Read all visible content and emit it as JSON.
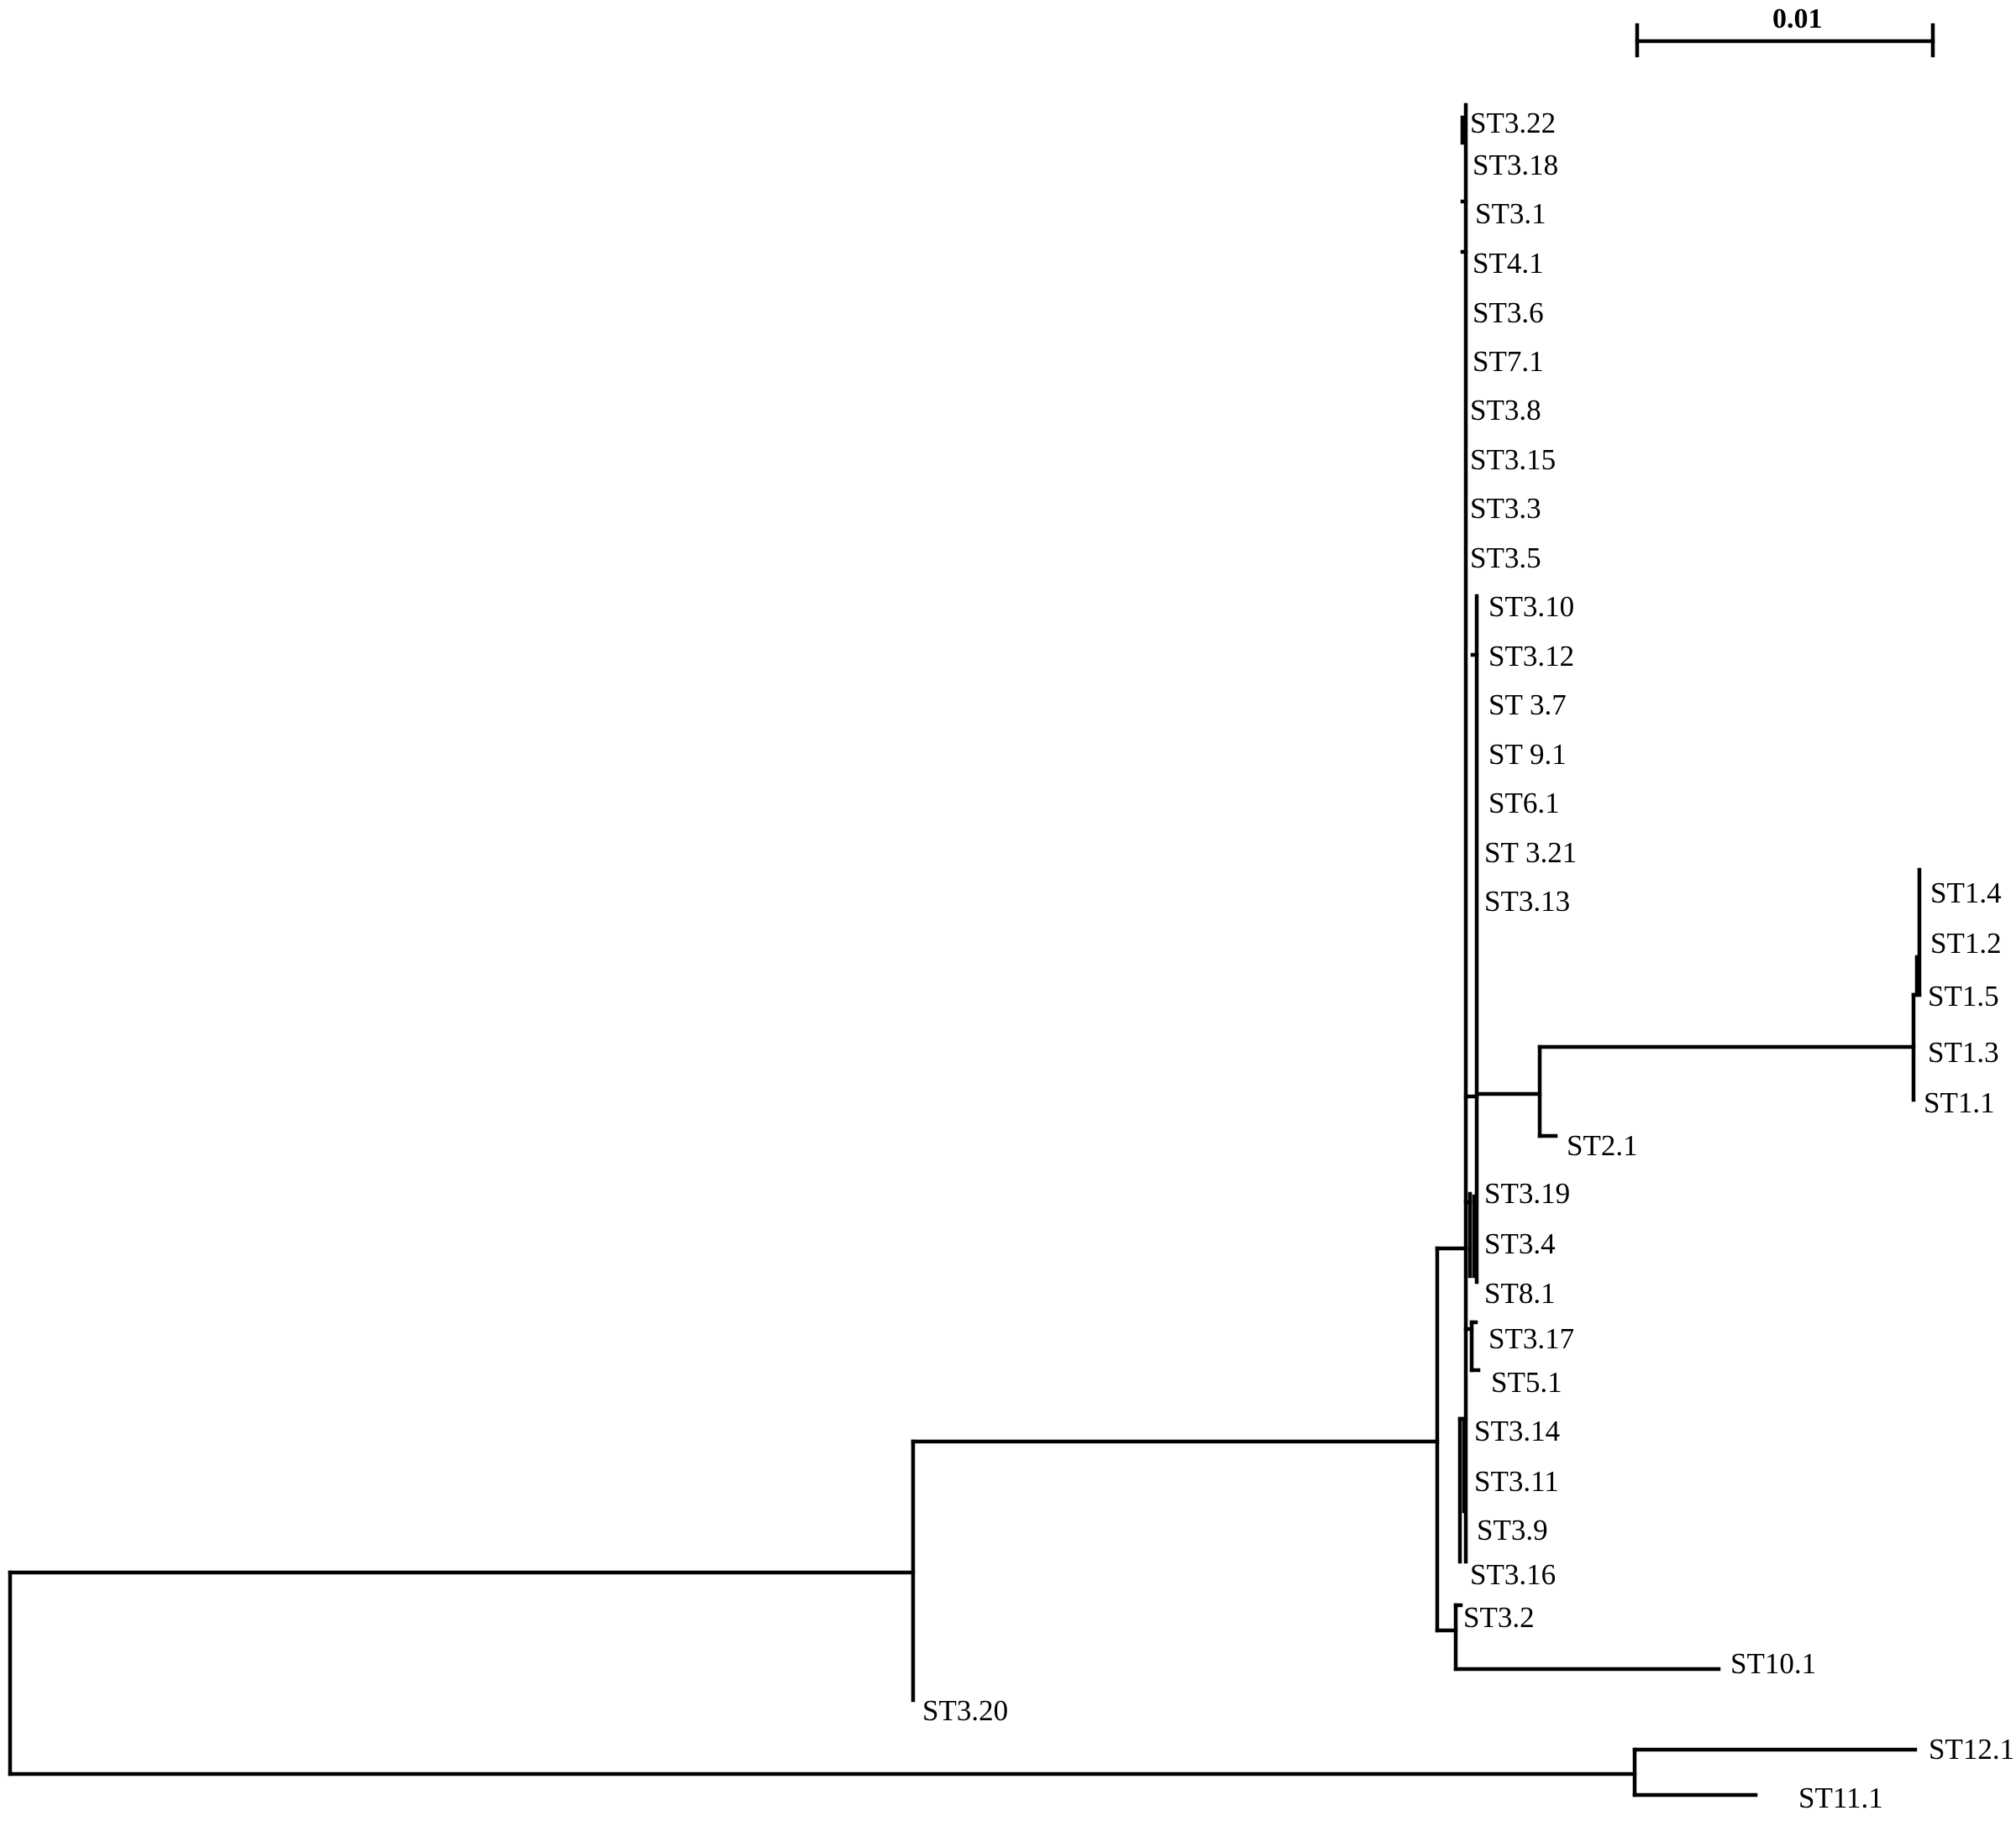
{
  "scale_bar": {
    "label": "0.01"
  },
  "leaves": {
    "st3_22": "ST3.22",
    "st3_18": "ST3.18",
    "st3_1": "ST3.1",
    "st4_1": "ST4.1",
    "st3_6": "ST3.6",
    "st7_1": "ST7.1",
    "st3_8": "ST3.8",
    "st3_15": "ST3.15",
    "st3_3": "ST3.3",
    "st3_5": "ST3.5",
    "st3_10": "ST3.10",
    "st3_12": "ST3.12",
    "st3_7": "ST 3.7",
    "st9_1": "ST 9.1",
    "st6_1": "ST6.1",
    "st3_21": "ST 3.21",
    "st3_13": "ST3.13",
    "st1_4": "ST1.4",
    "st1_2": "ST1.2",
    "st1_5": "ST1.5",
    "st1_3": "ST1.3",
    "st1_1": "ST1.1",
    "st2_1": "ST2.1",
    "st3_19": "ST3.19",
    "st3_4": "ST3.4",
    "st8_1": "ST8.1",
    "st3_17": "ST3.17",
    "st5_1": "ST5.1",
    "st3_14": "ST3.14",
    "st3_11": "ST3.11",
    "st3_9": "ST3.9",
    "st3_16": "ST3.16",
    "st3_2": "ST3.2",
    "st10_1": "ST10.1",
    "st3_20": "ST3.20",
    "st12_1": "ST12.1",
    "st11_1": "ST11.1"
  }
}
